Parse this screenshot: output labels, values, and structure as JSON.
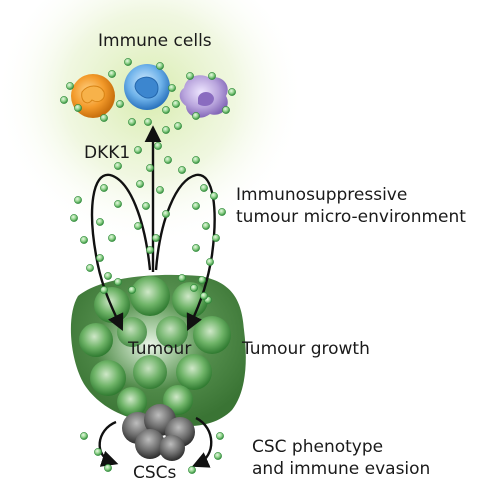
{
  "labels": {
    "immune_cells": "Immune cells",
    "dkk1": "DKK1",
    "immunosuppressive_line1": "Immunosuppressive",
    "immunosuppressive_line2": "tumour micro-environment",
    "tumour": "Tumour",
    "tumour_growth": "Tumour growth",
    "cscs": "CSCs",
    "csc_line1": "CSC phenotype",
    "csc_line2": "and immune evasion"
  },
  "colors": {
    "particle_fill": "#8fd28a",
    "particle_stroke": "#2f8a3a",
    "tumour_dark": "#3e7e3a",
    "tumour_mid": "#4f9a4a",
    "tumour_light": "#d8ecd4",
    "csc_grey": "#6a6a6a",
    "immune_orange": "#f39a2a",
    "immune_blue": "#3d8fd8",
    "immune_purple": "#a98fd0",
    "glow": "#d9ecb0"
  },
  "icons": [
    "orange-immune-cell",
    "blue-immune-cell",
    "purple-immune-cell",
    "tumour-mass",
    "csc-cluster",
    "dkk1-particle"
  ]
}
